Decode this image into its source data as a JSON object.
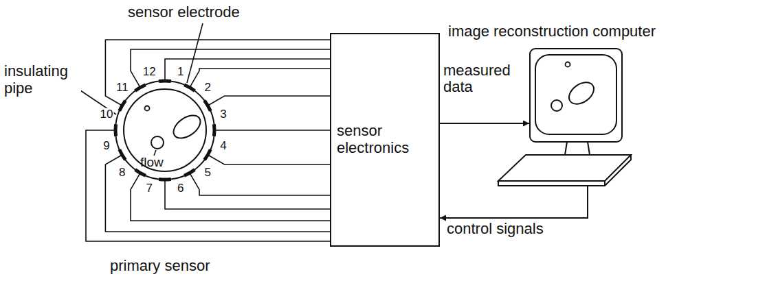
{
  "diagram": {
    "nodes": [
      {
        "text": [
          "sensor electronics"
        ]
      },
      {
        "text": [
          "image reconstruction computer"
        ]
      }
    ],
    "edges": [
      {
        "from": 0,
        "to": 1,
        "label": "measured data",
        "arrow": "to"
      },
      {
        "from": 1,
        "to": 0,
        "label": "control signals",
        "arrow": "to"
      }
    ],
    "labels": [
      "sensor electrode",
      "insulating pipe",
      "flow",
      "primary sensor",
      "1",
      "2",
      "3",
      "4",
      "5",
      "6",
      "7",
      "8",
      "9",
      "10",
      "11",
      "12"
    ]
  }
}
